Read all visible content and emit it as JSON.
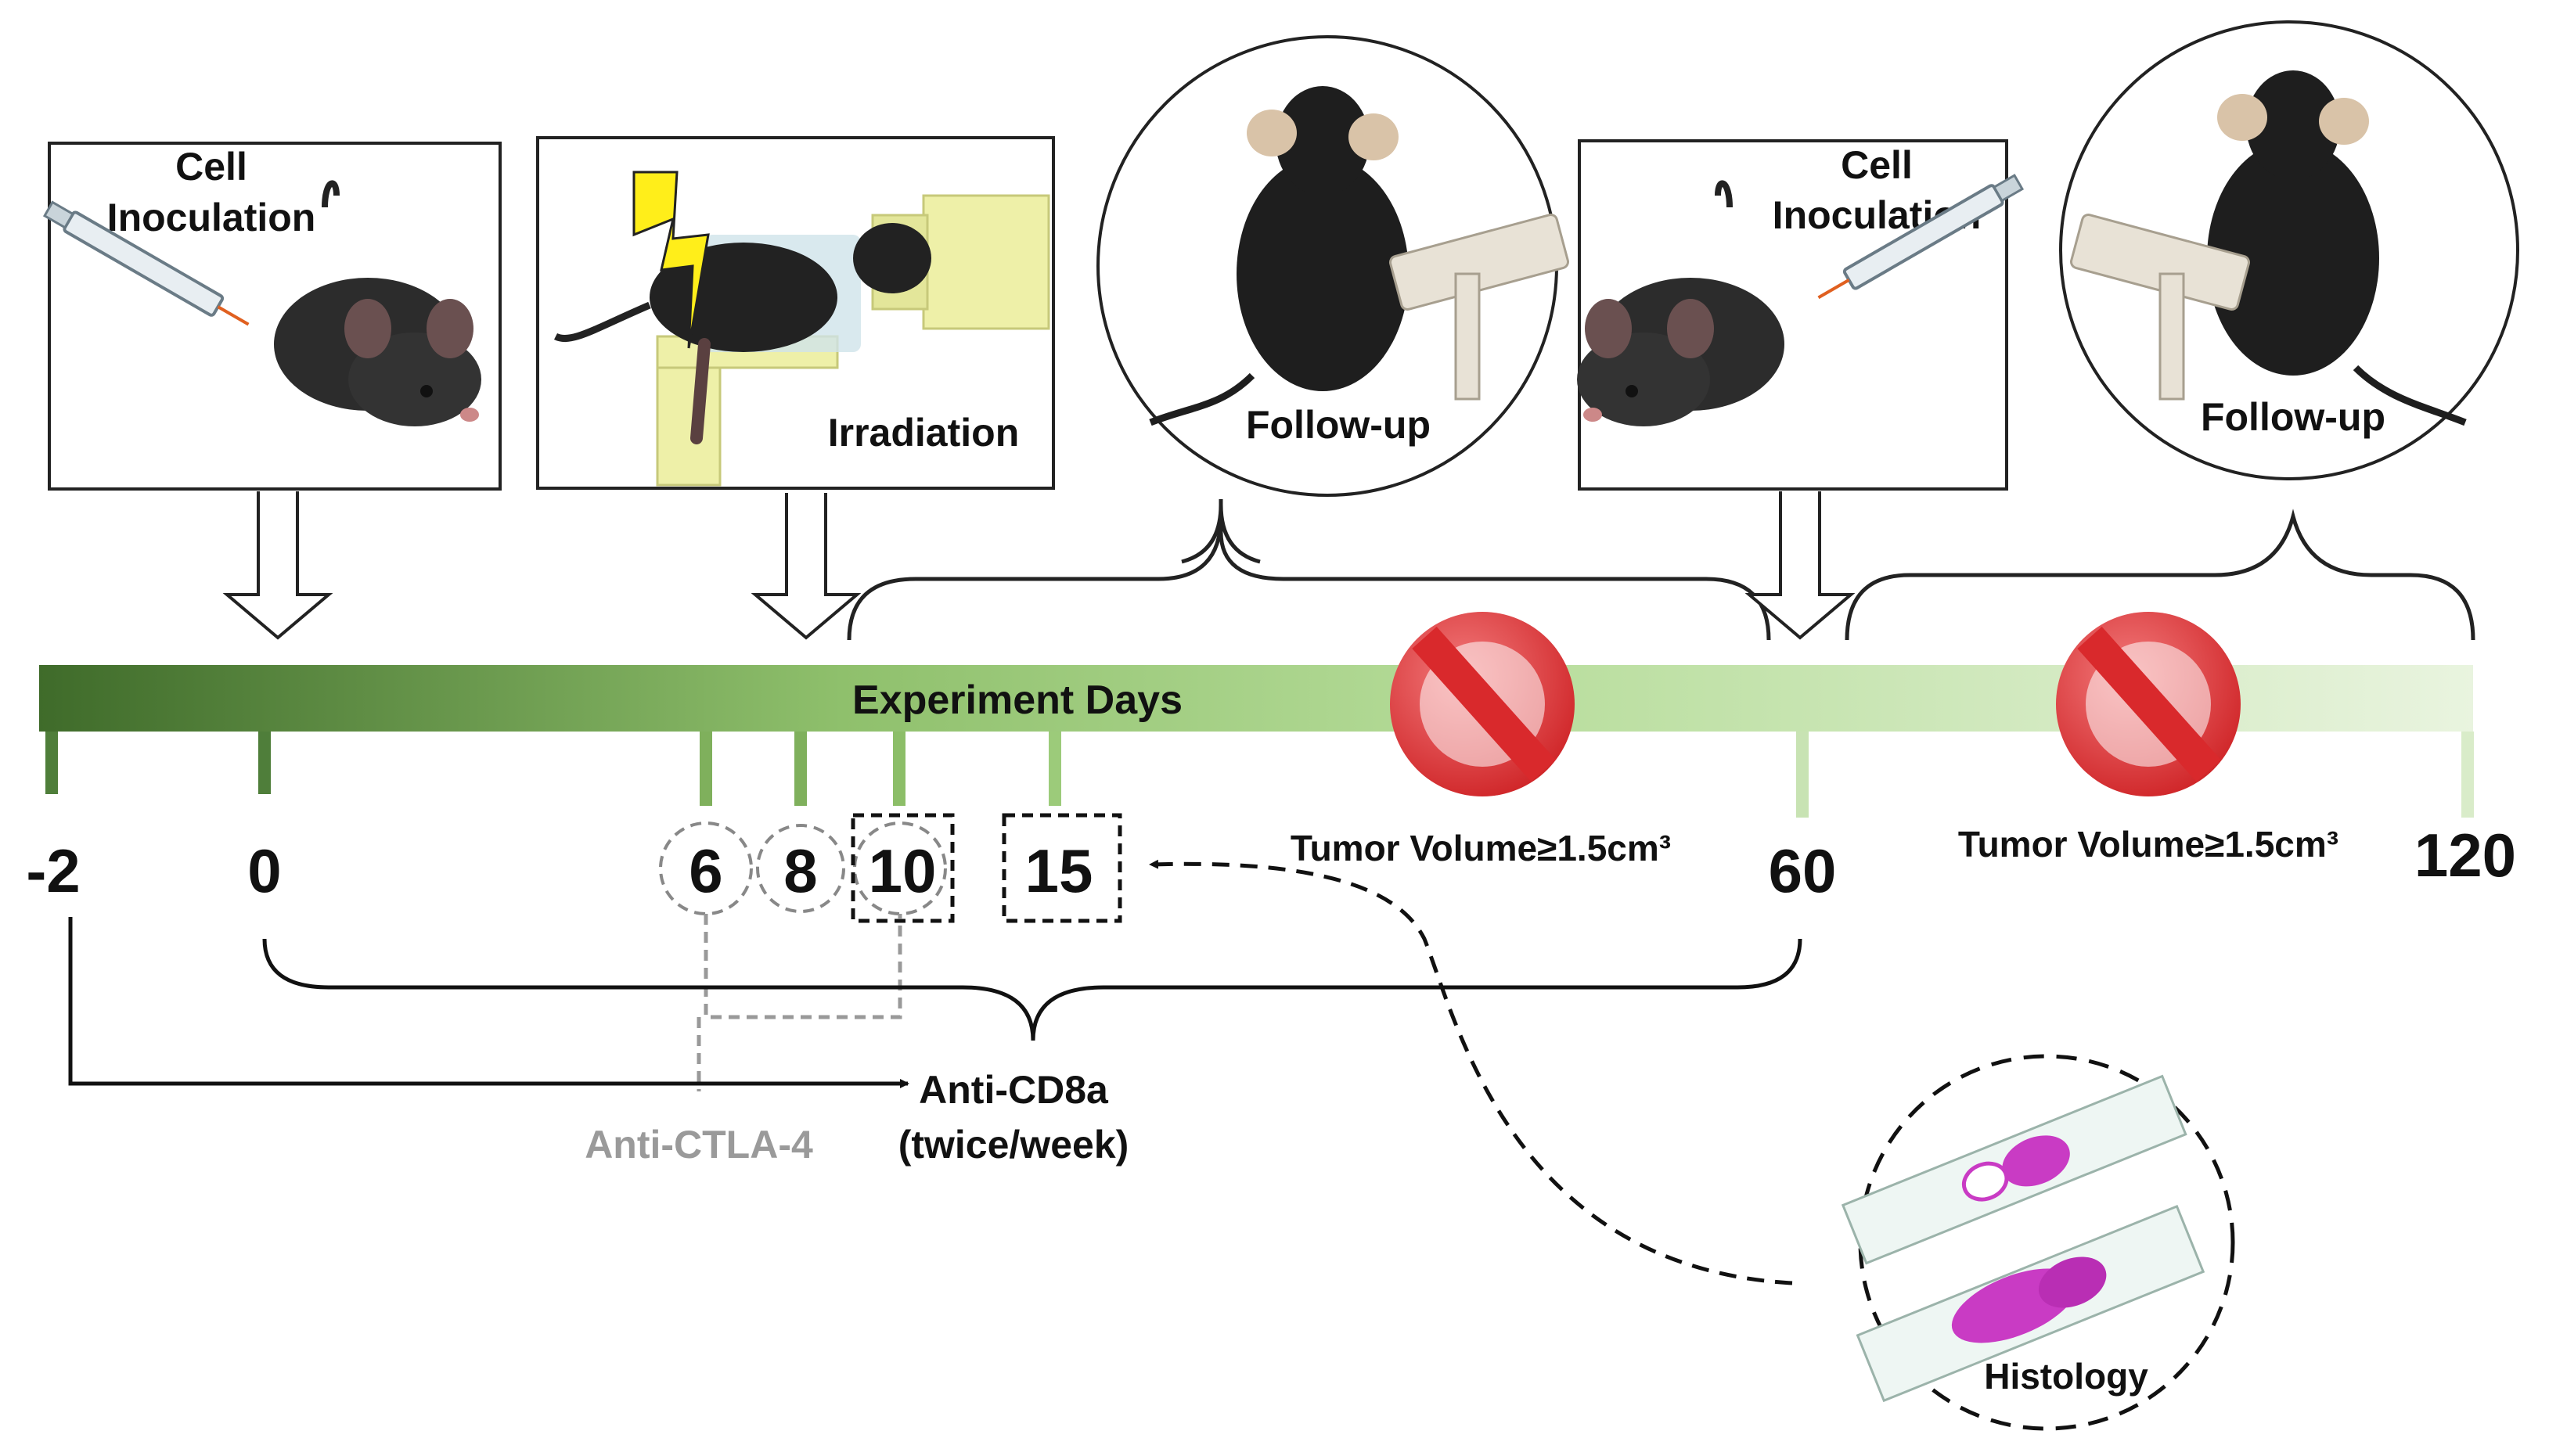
{
  "timeline": {
    "title": "Experiment Days",
    "colors": {
      "dark": "#3f6b2a",
      "light": "#e9f4df",
      "tick_dark": "#4f7e3a",
      "tick_light": "#c8e3b3"
    },
    "ticks": [
      {
        "day": -2,
        "label": "-2",
        "marker": "none"
      },
      {
        "day": 0,
        "label": "0",
        "marker": "none"
      },
      {
        "day": 6,
        "label": "6",
        "marker": "dashed-circle"
      },
      {
        "day": 8,
        "label": "8",
        "marker": "dashed-circle"
      },
      {
        "day": 10,
        "label": "10",
        "marker": "dashed-circle-and-box"
      },
      {
        "day": 15,
        "label": "15",
        "marker": "dashed-box"
      },
      {
        "day": 60,
        "label": "60",
        "marker": "none"
      },
      {
        "day": 120,
        "label": "120",
        "marker": "none"
      }
    ]
  },
  "events": {
    "inoculation_1": "Cell\nInoculation",
    "irradiation": "Irradiation",
    "followup_1": "Follow-up",
    "inoculation_2": "Cell\nInoculation",
    "followup_2": "Follow-up"
  },
  "stops": {
    "stop_1": "Tumor Volume≥1.5cm³",
    "stop_2": "Tumor Volume≥1.5cm³",
    "stop_color": "#e23a3c"
  },
  "treatments": {
    "anti_ctla4": "Anti-CTLA-4",
    "anti_cd8a_line1": "Anti-CD8a",
    "anti_cd8a_line2": "(twice/week)"
  },
  "histology": {
    "label": "Histology",
    "stain_color": "#c93bc4"
  }
}
